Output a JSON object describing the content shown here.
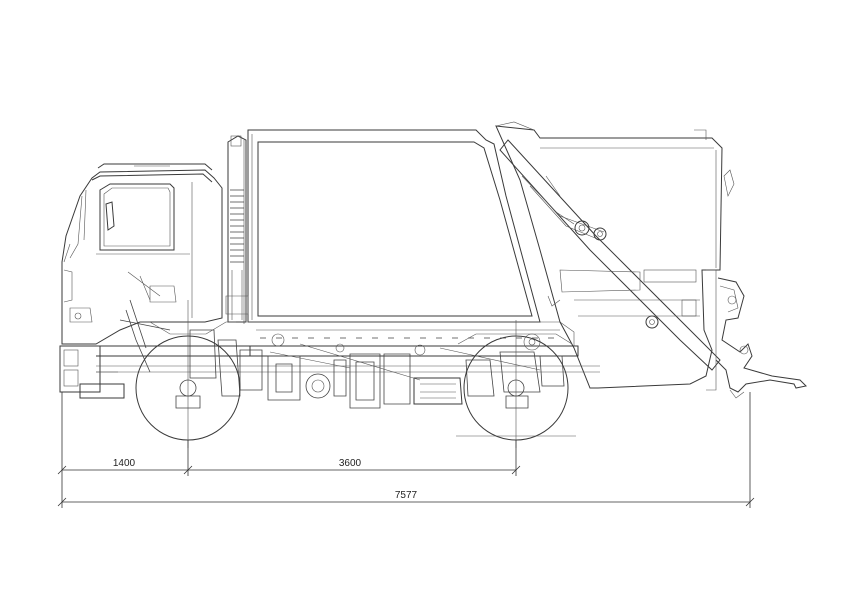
{
  "dimensions": {
    "front_overhang": "1400",
    "wheelbase": "3600",
    "overall_length": "7577"
  }
}
